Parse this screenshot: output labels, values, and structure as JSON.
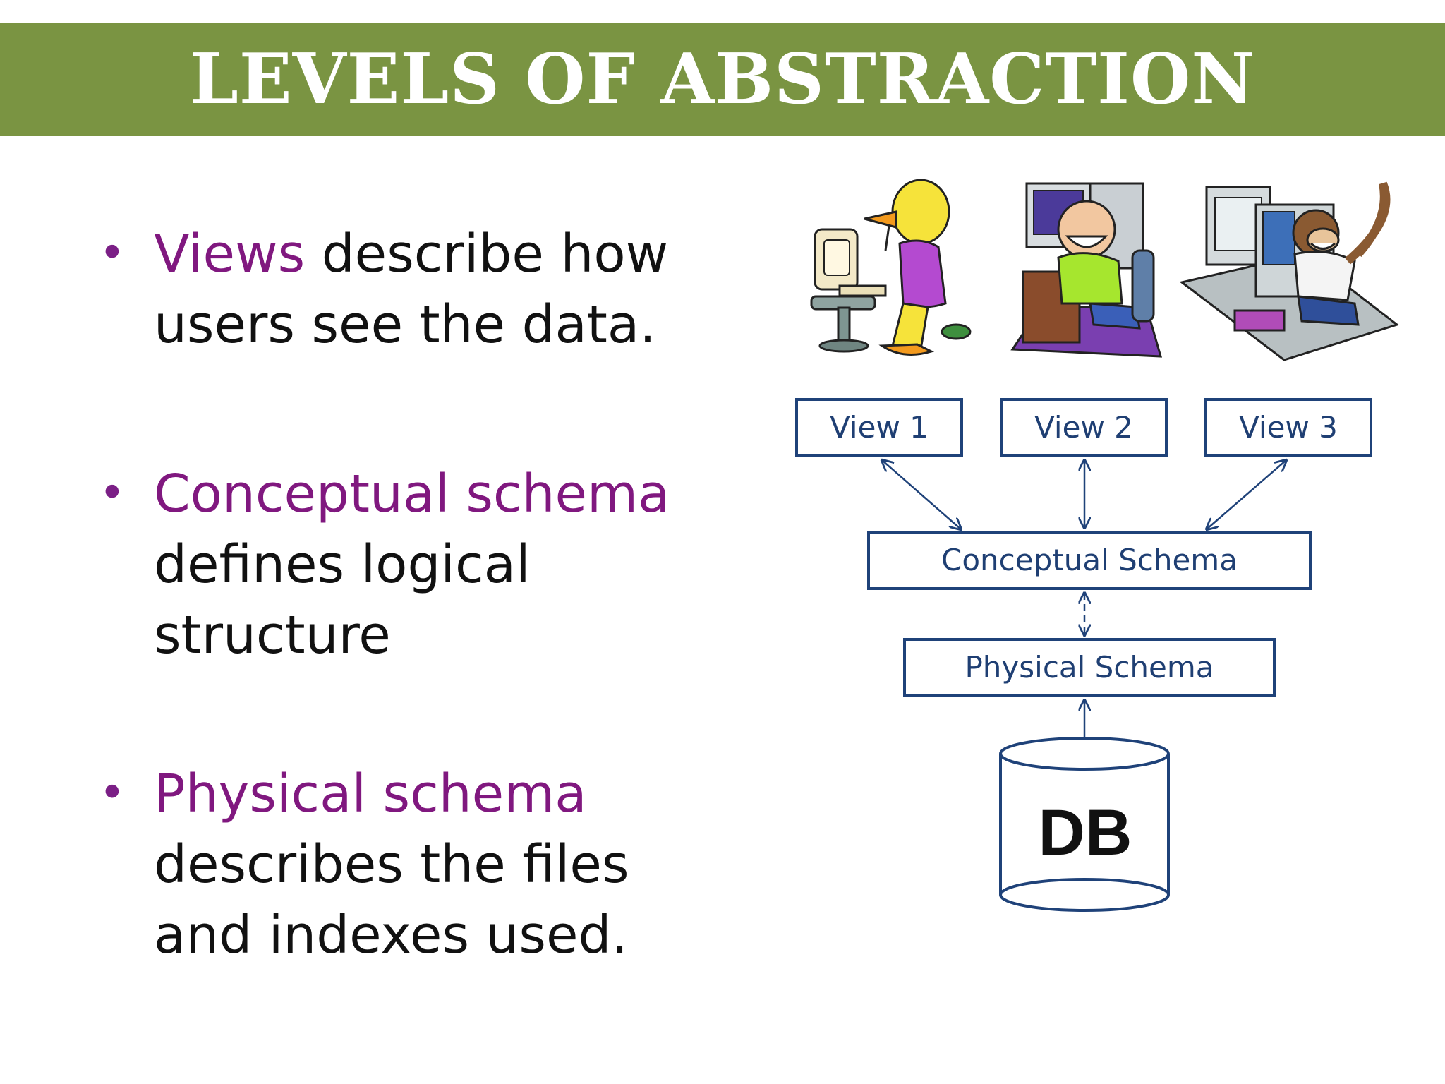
{
  "title": "LEVELS OF ABSTRACTION",
  "bullets": [
    {
      "keyword": "Views",
      "line1_rest": " describe how",
      "line2": "users see the data.",
      "line3": ""
    },
    {
      "keyword": "Conceptual schema",
      "line1_rest": "",
      "line2": "defines logical",
      "line3": "structure"
    },
    {
      "keyword": "Physical schema",
      "line1_rest": "",
      "line2": "describes the files",
      "line3": "and indexes used."
    }
  ],
  "diagram": {
    "views": [
      "View 1",
      "View 2",
      "View 3"
    ],
    "conceptual": "Conceptual Schema",
    "physical": "Physical Schema",
    "db": "DB"
  },
  "illustrations": [
    "duck-at-computer-cartoon",
    "grinning-man-at-computer-cartoon",
    "monkey-at-computer-cartoon"
  ],
  "colors": {
    "title_bar": "#7a9442",
    "keyword": "#80187f",
    "diagram_blue": "#1f4279"
  }
}
